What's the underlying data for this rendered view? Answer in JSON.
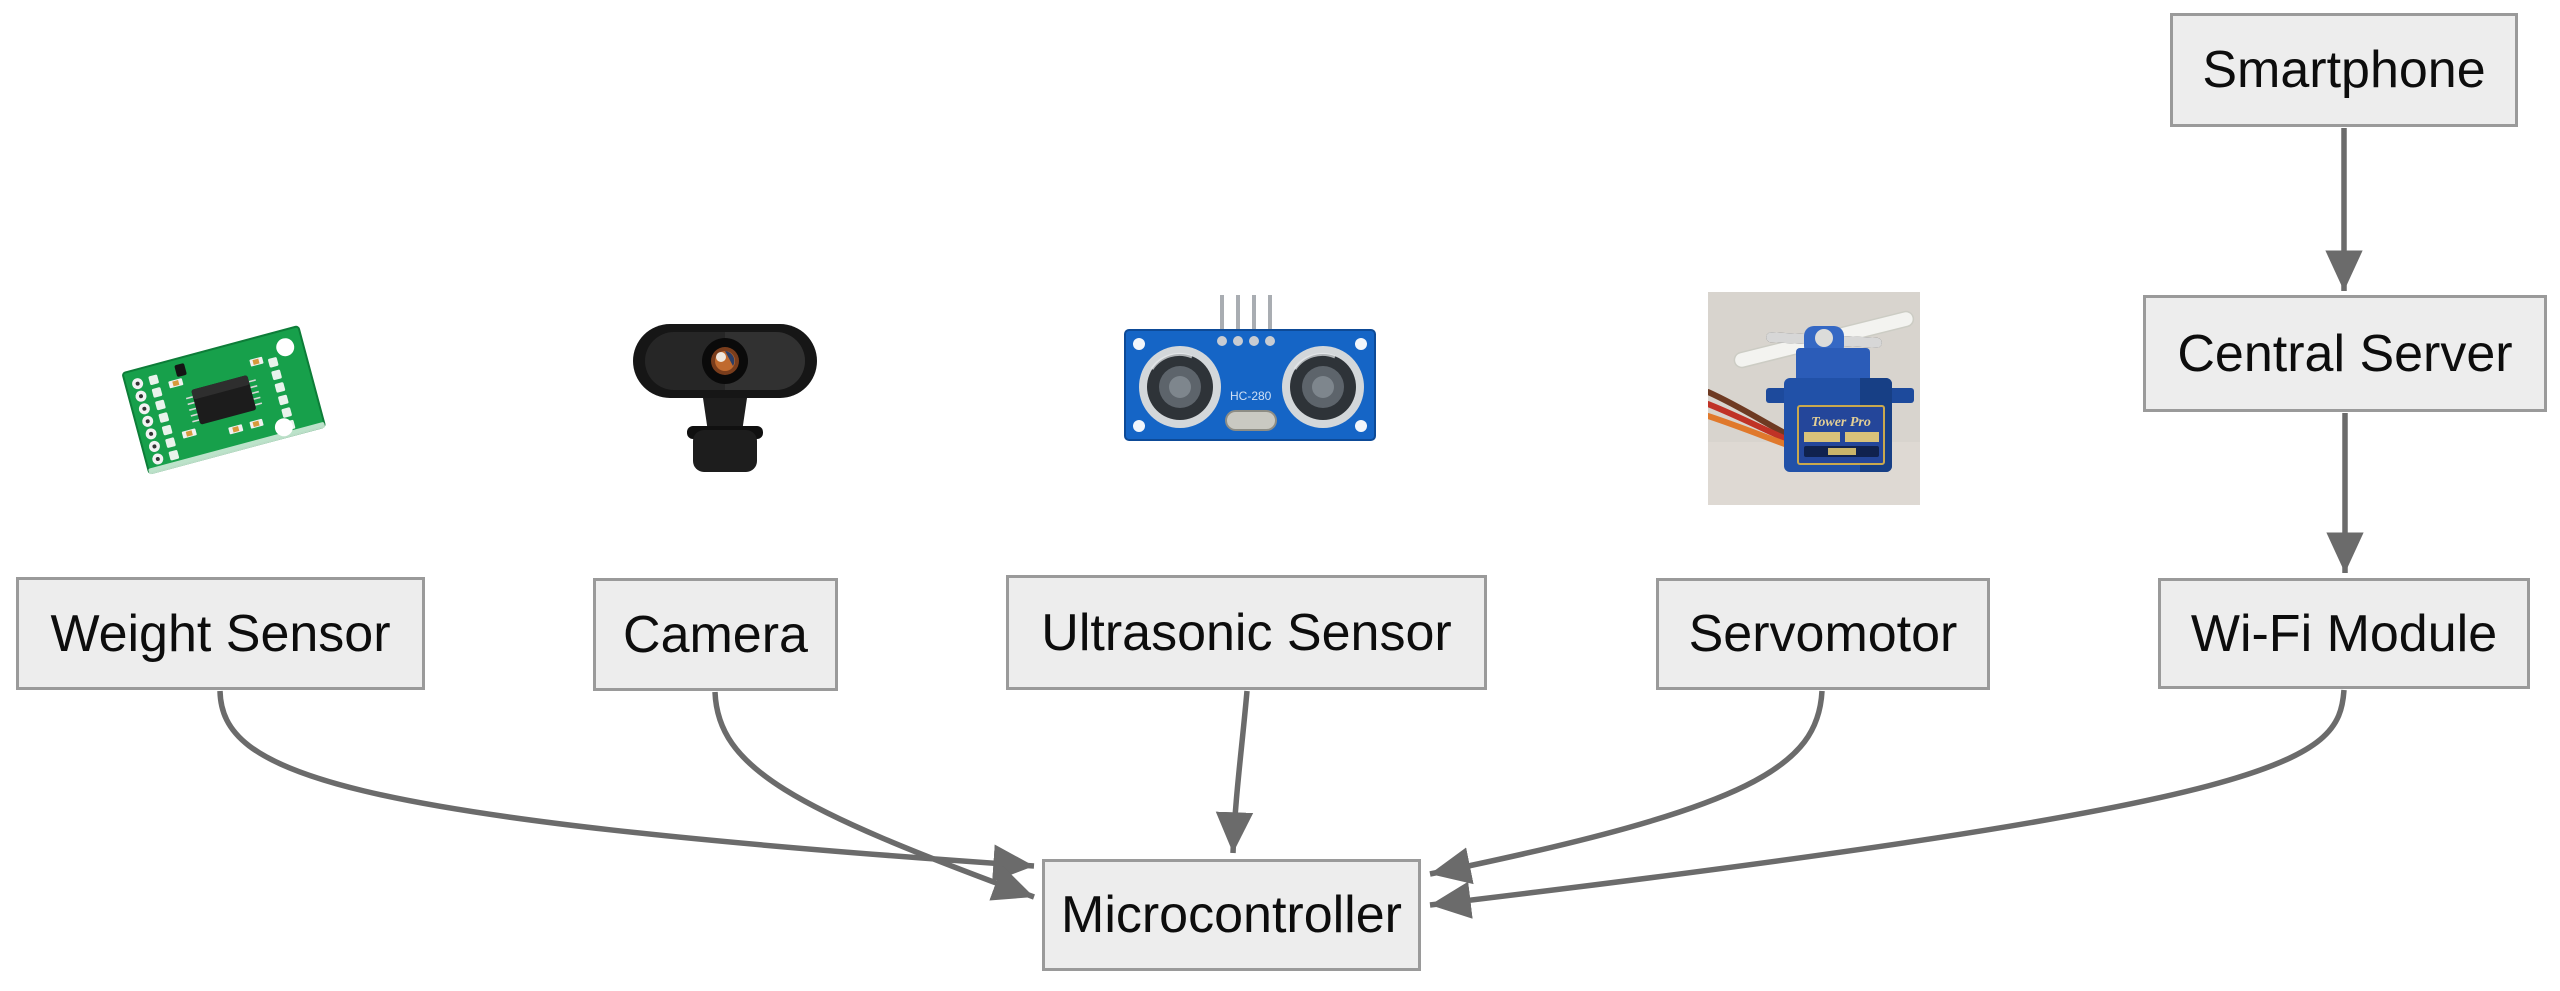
{
  "diagram": {
    "type": "flowchart",
    "background_color": "#ffffff",
    "node_fill_color": "#ededed",
    "node_border_color": "#9a9a9a",
    "node_text_color": "#0d0d0d",
    "edge_color": "#6b6b6b"
  },
  "nodes": {
    "weight_sensor": {
      "label": "Weight Sensor"
    },
    "camera": {
      "label": "Camera"
    },
    "ultrasonic_sensor": {
      "label": "Ultrasonic Sensor"
    },
    "servomotor": {
      "label": "Servomotor"
    },
    "wifi_module": {
      "label": "Wi-Fi Module"
    },
    "smartphone": {
      "label": "Smartphone"
    },
    "central_server": {
      "label": "Central Server"
    },
    "microcontroller": {
      "label": "Microcontroller"
    }
  },
  "edges": [
    {
      "from": "smartphone",
      "to": "central_server"
    },
    {
      "from": "central_server",
      "to": "wifi_module"
    },
    {
      "from": "weight_sensor",
      "to": "microcontroller"
    },
    {
      "from": "camera",
      "to": "microcontroller"
    },
    {
      "from": "ultrasonic_sensor",
      "to": "microcontroller"
    },
    {
      "from": "servomotor",
      "to": "microcontroller"
    },
    {
      "from": "wifi_module",
      "to": "microcontroller"
    }
  ],
  "photos": {
    "weight_sensor_photo": "green HX711 load-cell amplifier PCB",
    "camera_photo": "black USB webcam",
    "ultrasonic_photo": "blue ultrasonic distance sensor board",
    "ultrasonic_board_text": "HC-280",
    "servo_photo": "blue micro servo with white propeller horn",
    "servo_sticker_brand": "Tower Pro"
  }
}
